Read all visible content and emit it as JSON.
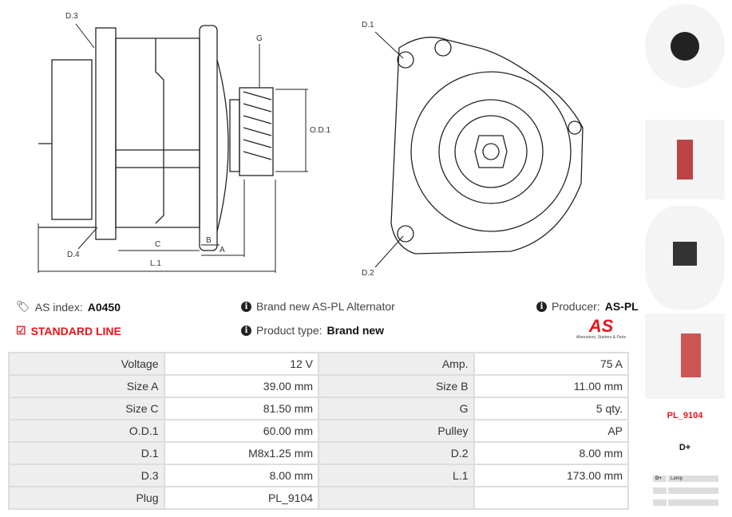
{
  "drawing_labels": {
    "d3": "D.3",
    "d4": "D.4",
    "g": "G",
    "od1": "O.D.1",
    "c": "C",
    "b": "B",
    "a": "A",
    "l1": "L.1",
    "d1": "D.1",
    "d2": "D.2"
  },
  "info": {
    "as_index_label": "AS index:",
    "as_index": "A0450",
    "standard_line": "STANDARD LINE",
    "description": "Brand new AS-PL Alternator",
    "product_type_label": "Product type:",
    "product_type": "Brand new",
    "producer_label": "Producer:",
    "producer": "AS-PL",
    "logo_text": "AS",
    "logo_tagline": "Alternators, Starters & Parts"
  },
  "specs": [
    [
      "Voltage",
      "12 V",
      "Amp.",
      "75 A"
    ],
    [
      "Size A",
      "39.00 mm",
      "Size B",
      "11.00 mm"
    ],
    [
      "Size C",
      "81.50 mm",
      "G",
      "5 qty."
    ],
    [
      "O.D.1",
      "60.00 mm",
      "Pulley",
      "AP"
    ],
    [
      "D.1",
      "M8x1.25 mm",
      "D.2",
      "8.00 mm"
    ],
    [
      "D.3",
      "8.00 mm",
      "L.1",
      "173.00 mm"
    ],
    [
      "Plug",
      "PL_9104",
      "",
      ""
    ]
  ],
  "plug": {
    "code": "PL_9104",
    "terminal": "D+",
    "pin_table": [
      [
        "D+",
        "Lamp"
      ],
      [
        "",
        ""
      ],
      [
        "",
        ""
      ]
    ]
  },
  "colors": {
    "accent": "#e8141b"
  }
}
